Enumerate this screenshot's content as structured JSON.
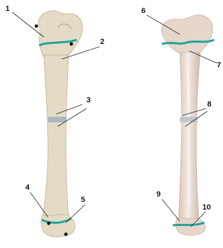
{
  "colors": {
    "bone_left_fill": "#e6ddc8",
    "bone_left_shade": "#d2c6ab",
    "bone_right_fill": "#eadfd6",
    "bone_right_shade": "#d9c8bc",
    "marker_line": "#1fa39a",
    "diaphysis_band": "#a9b6c4",
    "leader_line": "#222222",
    "dot": "#111111"
  },
  "labels": [
    {
      "id": "1",
      "text": "1"
    },
    {
      "id": "2",
      "text": "2"
    },
    {
      "id": "3",
      "text": "3"
    },
    {
      "id": "4",
      "text": "4"
    },
    {
      "id": "5",
      "text": "5"
    },
    {
      "id": "6",
      "text": "6"
    },
    {
      "id": "7",
      "text": "7"
    },
    {
      "id": "8",
      "text": "8"
    },
    {
      "id": "9",
      "text": "9"
    },
    {
      "id": "10",
      "text": "10"
    }
  ]
}
